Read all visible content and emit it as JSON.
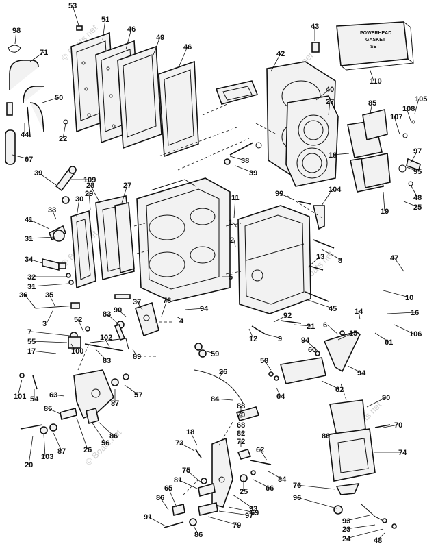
{
  "gasket_box": {
    "line1": "POWERHEAD",
    "line2": "GASKET",
    "line3": "SET"
  },
  "watermarks": [
    "© Boats.net",
    "© Boats.net",
    "© Boats.net",
    "© Boats.net",
    "© Boats.net",
    "© Boats.net"
  ],
  "callouts": [
    {
      "id": "53"
    },
    {
      "id": "51"
    },
    {
      "id": "46"
    },
    {
      "id": "49"
    },
    {
      "id": "46"
    },
    {
      "id": "98"
    },
    {
      "id": "71"
    },
    {
      "id": "50"
    },
    {
      "id": "44"
    },
    {
      "id": "22"
    },
    {
      "id": "67"
    },
    {
      "id": "43"
    },
    {
      "id": "110"
    },
    {
      "id": "42"
    },
    {
      "id": "40"
    },
    {
      "id": "27"
    },
    {
      "id": "85"
    },
    {
      "id": "108"
    },
    {
      "id": "105"
    },
    {
      "id": "107"
    },
    {
      "id": "18"
    },
    {
      "id": "97"
    },
    {
      "id": "95"
    },
    {
      "id": "48"
    },
    {
      "id": "25"
    },
    {
      "id": "19"
    },
    {
      "id": "38"
    },
    {
      "id": "39"
    },
    {
      "id": "39"
    },
    {
      "id": "109"
    },
    {
      "id": "28"
    },
    {
      "id": "27"
    },
    {
      "id": "30"
    },
    {
      "id": "29"
    },
    {
      "id": "33"
    },
    {
      "id": "99"
    },
    {
      "id": "104"
    },
    {
      "id": "11"
    },
    {
      "id": "1"
    },
    {
      "id": "2"
    },
    {
      "id": "41"
    },
    {
      "id": "31"
    },
    {
      "id": "34"
    },
    {
      "id": "32"
    },
    {
      "id": "31"
    },
    {
      "id": "8"
    },
    {
      "id": "13"
    },
    {
      "id": "47"
    },
    {
      "id": "5"
    },
    {
      "id": "36"
    },
    {
      "id": "35"
    },
    {
      "id": "10"
    },
    {
      "id": "45"
    },
    {
      "id": "3"
    },
    {
      "id": "37"
    },
    {
      "id": "78"
    },
    {
      "id": "94"
    },
    {
      "id": "4"
    },
    {
      "id": "83"
    },
    {
      "id": "90"
    },
    {
      "id": "92"
    },
    {
      "id": "14"
    },
    {
      "id": "16"
    },
    {
      "id": "52"
    },
    {
      "id": "21"
    },
    {
      "id": "7"
    },
    {
      "id": "102"
    },
    {
      "id": "12"
    },
    {
      "id": "9"
    },
    {
      "id": "6"
    },
    {
      "id": "61"
    },
    {
      "id": "106"
    },
    {
      "id": "55"
    },
    {
      "id": "15"
    },
    {
      "id": "17"
    },
    {
      "id": "83"
    },
    {
      "id": "89"
    },
    {
      "id": "94"
    },
    {
      "id": "60"
    },
    {
      "id": "59"
    },
    {
      "id": "100"
    },
    {
      "id": "94"
    },
    {
      "id": "58"
    },
    {
      "id": "26"
    },
    {
      "id": "101"
    },
    {
      "id": "54"
    },
    {
      "id": "64"
    },
    {
      "id": "62"
    },
    {
      "id": "63"
    },
    {
      "id": "57"
    },
    {
      "id": "87"
    },
    {
      "id": "84"
    },
    {
      "id": "80"
    },
    {
      "id": "85"
    },
    {
      "id": "88"
    },
    {
      "id": "70"
    },
    {
      "id": "68"
    },
    {
      "id": "70"
    },
    {
      "id": "25"
    },
    {
      "id": "86"
    },
    {
      "id": "82"
    },
    {
      "id": "80"
    },
    {
      "id": "18"
    },
    {
      "id": "72"
    },
    {
      "id": "73"
    },
    {
      "id": "56"
    },
    {
      "id": "26"
    },
    {
      "id": "62"
    },
    {
      "id": "74"
    },
    {
      "id": "20"
    },
    {
      "id": "103"
    },
    {
      "id": "87"
    },
    {
      "id": "84"
    },
    {
      "id": "75"
    },
    {
      "id": "81"
    },
    {
      "id": "65"
    },
    {
      "id": "66"
    },
    {
      "id": "93"
    },
    {
      "id": "86"
    },
    {
      "id": "69"
    },
    {
      "id": "76"
    },
    {
      "id": "96"
    },
    {
      "id": "97"
    },
    {
      "id": "91"
    },
    {
      "id": "79"
    },
    {
      "id": "86"
    },
    {
      "id": "93"
    },
    {
      "id": "23"
    },
    {
      "id": "24"
    },
    {
      "id": "48"
    },
    {
      "id": "23"
    }
  ]
}
